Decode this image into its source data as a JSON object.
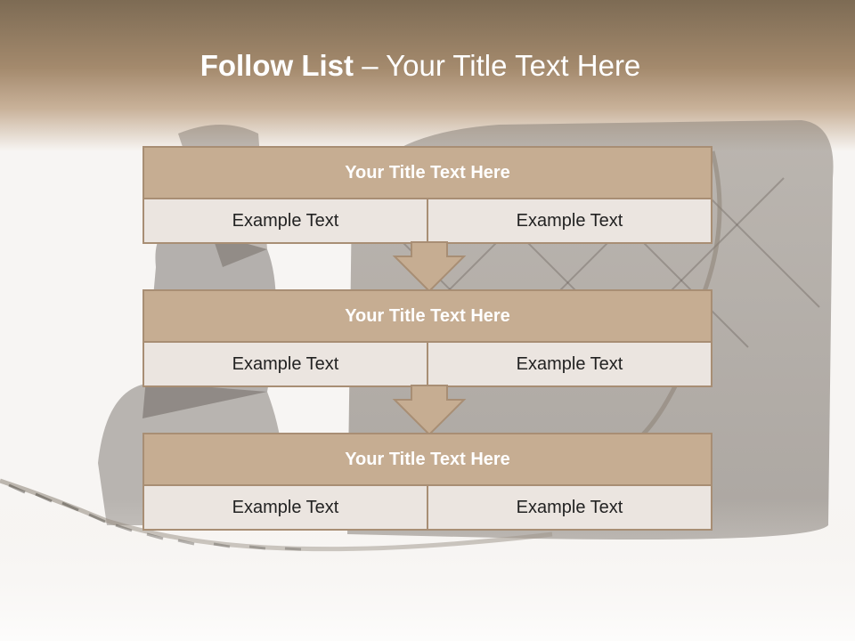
{
  "slide": {
    "title_bold": "Follow List",
    "title_rest": " – Your Title Text Here"
  },
  "steps": [
    {
      "title": "Your Title Text Here",
      "left": "Example Text",
      "right": "Example Text"
    },
    {
      "title": "Your Title Text Here",
      "left": "Example Text",
      "right": "Example Text"
    },
    {
      "title": "Your Title Text Here",
      "left": "Example Text",
      "right": "Example Text"
    }
  ],
  "colors": {
    "accent": "#c6ad92",
    "border": "#a88e74",
    "cell_bg": "#ebe5e0",
    "header_dark": "#7d6b54"
  }
}
